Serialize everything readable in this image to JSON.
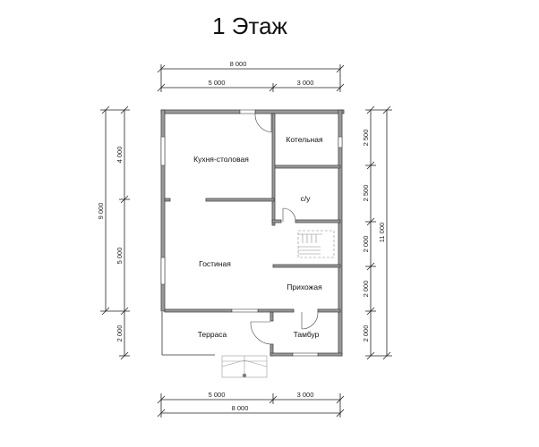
{
  "title": "1 Этаж",
  "dimensions": {
    "top_total": "8 000",
    "top_left": "5 000",
    "top_right": "3 000",
    "bottom_left": "5 000",
    "bottom_right": "3 000",
    "bottom_total": "8 000",
    "left_total": "9 000",
    "left_upper": "4 000",
    "left_lower": "5 000",
    "left_terrace": "2 000",
    "right_1": "2 500",
    "right_2": "2 500",
    "right_3": "2 000",
    "right_4": "2 000",
    "right_5": "2 000",
    "right_total": "11 000"
  },
  "rooms": {
    "kitchen": "Кухня-столовая",
    "boiler": "Котельная",
    "bathroom": "с/у",
    "living": "Гостиная",
    "hallway": "Прихожая",
    "terrace": "Терраса",
    "vestibule": "Тамбур"
  },
  "colors": {
    "wall": "#555555",
    "wall_fill": "#9a9a9a",
    "dim_line": "#222222",
    "stairs": "#888888"
  }
}
